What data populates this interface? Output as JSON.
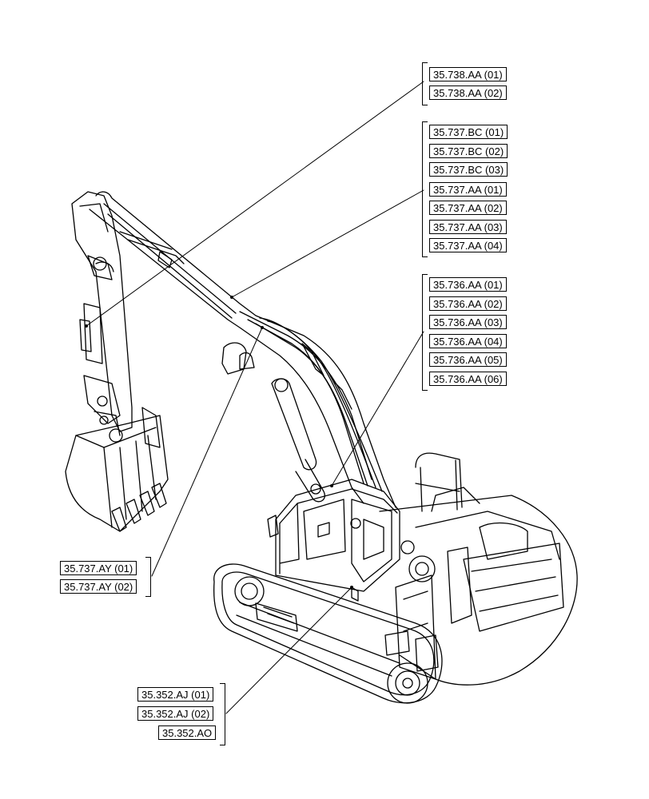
{
  "callouts": {
    "group_35_738": [
      "35.738.AA (01)",
      "35.738.AA (02)"
    ],
    "group_35_737_bc_aa": [
      "35.737.BC (01)",
      "35.737.BC (02)",
      "35.737.BC (03)",
      "35.737.AA (01)",
      "35.737.AA (02)",
      "35.737.AA (03)",
      "35.737.AA (04)"
    ],
    "group_35_736": [
      "35.736.AA (01)",
      "35.736.AA (02)",
      "35.736.AA (03)",
      "35.736.AA (04)",
      "35.736.AA (05)",
      "35.736.AA (06)"
    ],
    "group_35_737_ay": [
      "35.737.AY (01)",
      "35.737.AY (02)"
    ],
    "group_35_352": [
      "35.352.AJ (01)",
      "35.352.AJ (02)",
      "35.352.AO"
    ]
  }
}
